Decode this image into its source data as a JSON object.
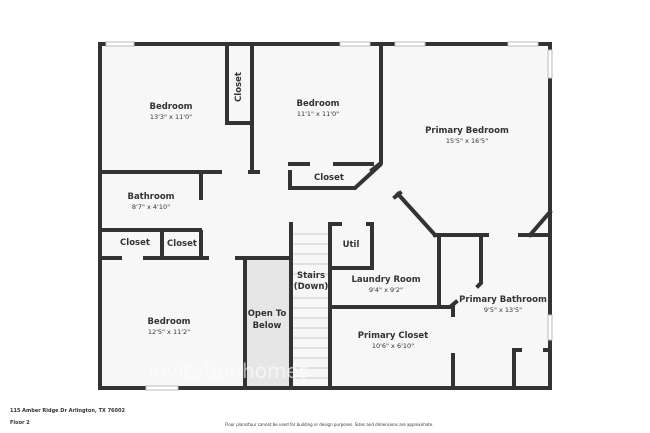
{
  "rooms": [
    {
      "name": "Bedroom",
      "dims": "13'3\" x 11'0\""
    },
    {
      "name": "Bedroom",
      "dims": "11'1\" x 11'0\""
    },
    {
      "name": "Primary Bedroom",
      "dims": "15'5\" x 16'5\""
    },
    {
      "name": "Closet"
    },
    {
      "name": "Closet"
    },
    {
      "name": "Bathroom",
      "dims": "8'7\" x 4'10\""
    },
    {
      "name": "Closet"
    },
    {
      "name": "Closet"
    },
    {
      "name": "Util"
    },
    {
      "name": "Laundry Room",
      "dims": "9'4\" x 9'2\""
    },
    {
      "name": "Primary Bathroom",
      "dims": "9'5\" x 13'5\""
    },
    {
      "name": "Bedroom",
      "dims": "12'5\" x 11'2\""
    },
    {
      "name": "Open To",
      "name2": "Below"
    },
    {
      "name": "Stairs",
      "name2": "(Down)"
    },
    {
      "name": "Primary Closet",
      "dims": "10'6\" x 6'10\""
    }
  ],
  "footer": {
    "address": "115 Amber Ridge Dr Arlington, TX 76002",
    "floor": "Floor 2",
    "disclaimer": "Floor plans/tour cannot be used for building or design purposes. Sizes and dimensions are approximate."
  },
  "watermark": "invitationhomes",
  "colors": {
    "wall": "#333333",
    "floor": "#f7f7f7",
    "open_below": "#e6e6e6"
  }
}
